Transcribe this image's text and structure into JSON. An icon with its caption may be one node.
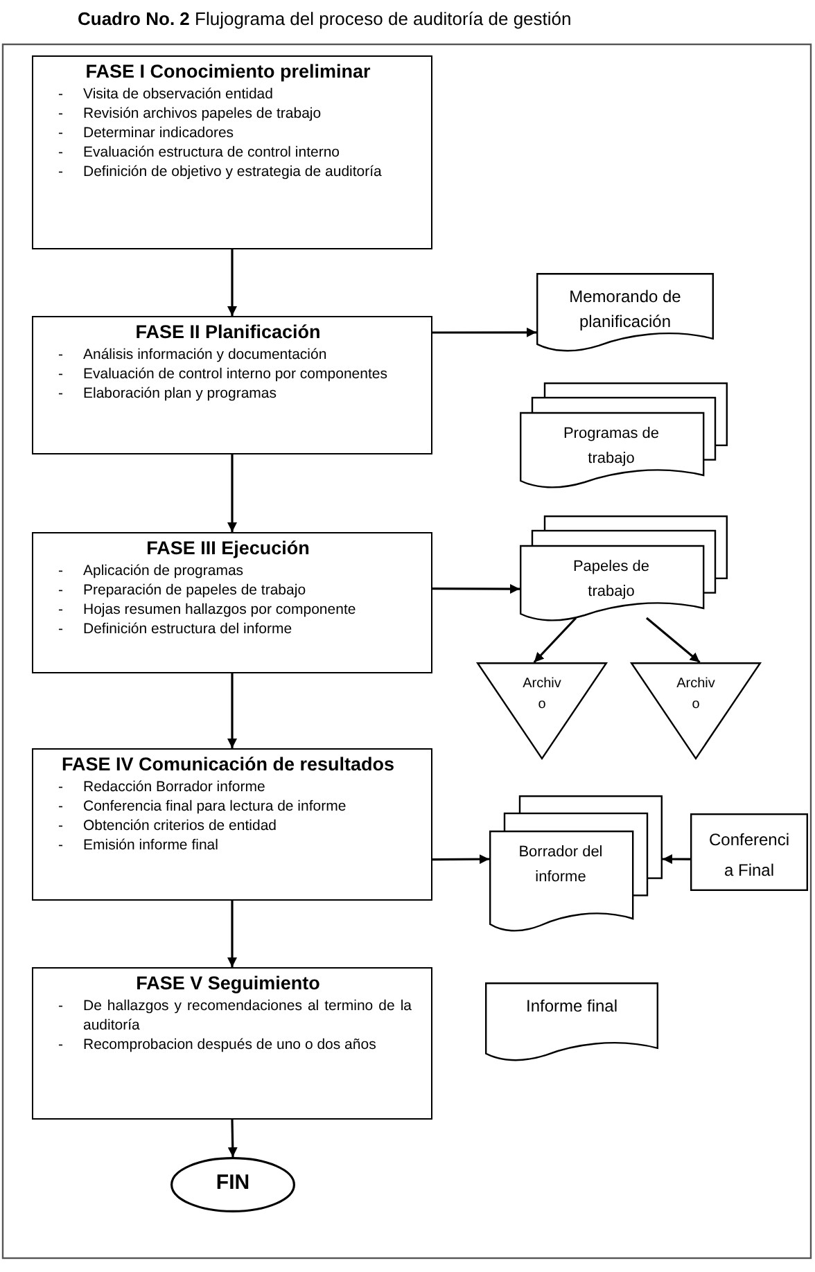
{
  "diagram": {
    "title": "**Cuadro No. 2** Flujograma del proceso de auditoría de gestión",
    "nodes": [
      {
        "text": [
          "FASE I  Conocimiento preliminar",
          "-",
          "Visita de observación entidad",
          "-",
          "Revisión archivos papeles de trabajo",
          "-",
          "Determinar indicadores",
          "-",
          "Evaluación estructura de control interno",
          "-",
          "Definición de objetivo y estrategia de auditoría"
        ]
      },
      {
        "text": [
          "FASE II Planificación",
          "-",
          "Análisis información y documentación",
          "-",
          "Evaluación de control interno por componentes",
          "-",
          "Elaboración plan y programas"
        ]
      },
      {
        "text": [
          "Memorando de planificación"
        ]
      },
      {
        "text": [
          "Programas de trabajo"
        ]
      },
      {
        "text": [
          "FASE III Ejecución",
          "-",
          "Aplicación de programas",
          "-",
          "Preparación de papeles de trabajo",
          "-",
          "Hojas resumen hallazgos por componente",
          "-",
          "Definición estructura del informe"
        ]
      },
      {
        "text": [
          "Papeles de trabajo"
        ]
      },
      {
        "text": [
          "Archiv o"
        ]
      },
      {
        "text": [
          "Archiv o"
        ]
      },
      {
        "text": [
          "FASE IV Comunicación de resultados",
          "-",
          "Redacción Borrador informe",
          "-",
          "Conferencia final para lectura de informe",
          "-",
          "Obtención criterios de entidad",
          "-",
          "Emisión informe final"
        ]
      },
      {
        "text": [
          "Borrador del informe"
        ]
      },
      {
        "text": [
          "Conferenci a Final"
        ]
      },
      {
        "text": [
          "FASE V Seguimiento",
          "-",
          "De hallazgos y recomendaciones al termino de la auditoría",
          "-",
          "Recomprobacion después de uno o dos años"
        ]
      },
      {
        "text": [
          "Informe final"
        ]
      },
      {
        "text": [
          "FIN"
        ]
      }
    ],
    "edges": [
      {
        "from": 0,
        "to": 1,
        "arrow": "to"
      },
      {
        "from": 1,
        "to": 2,
        "arrow": "to"
      },
      {
        "from": 1,
        "to": 4,
        "arrow": "to"
      },
      {
        "from": 4,
        "to": 5,
        "arrow": "to"
      },
      {
        "from": 5,
        "to": 6,
        "arrow": "to"
      },
      {
        "from": 5,
        "to": 7,
        "arrow": "to"
      },
      {
        "from": 4,
        "to": 8,
        "arrow": "to"
      },
      {
        "from": 8,
        "to": 9,
        "arrow": "to"
      },
      {
        "from": 10,
        "to": 9,
        "arrow": "to"
      },
      {
        "from": 8,
        "to": 11,
        "arrow": "to"
      },
      {
        "from": 11,
        "to": 13,
        "arrow": "to"
      }
    ]
  }
}
